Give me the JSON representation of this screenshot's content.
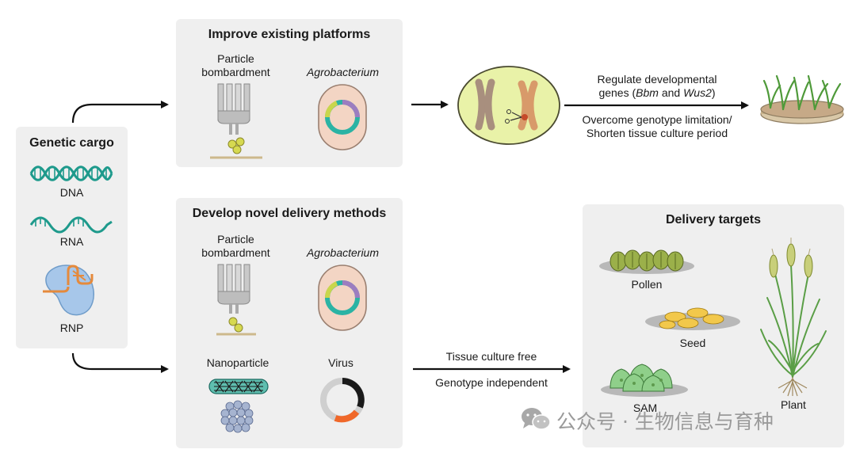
{
  "genetic_cargo": {
    "title": "Genetic cargo",
    "items": [
      "DNA",
      "RNA",
      "RNP"
    ]
  },
  "improve_panel": {
    "title": "Improve existing platforms",
    "particle_label_line1": "Particle",
    "particle_label_line2": "bombardment",
    "agro_label": "Agrobacterium"
  },
  "novel_panel": {
    "title": "Develop novel delivery methods",
    "particle_label_line1": "Particle",
    "particle_label_line2": "bombardment",
    "agro_label": "Agrobacterium",
    "nano_label": "Nanoparticle",
    "virus_label": "Virus"
  },
  "top_arrow": {
    "line1": "Regulate developmental",
    "line2_pre": "genes (",
    "line2_gene1": "Bbm",
    "line2_mid": " and ",
    "line2_gene2": "Wus2",
    "line2_post": ")",
    "line3": "Overcome genotype limitation/",
    "line4": "Shorten tissue culture period"
  },
  "bottom_arrow": {
    "line1": "Tissue culture free",
    "line2": "Genotype independent"
  },
  "targets_panel": {
    "title": "Delivery targets",
    "pollen": "Pollen",
    "seed": "Seed",
    "sam": "SAM",
    "plant": "Plant"
  },
  "watermark": {
    "text": "公众号 · 生物信息与育种",
    "icon": "wechat-icon"
  },
  "colors": {
    "panel_bg": "#efefef",
    "dna_teal": "#1e9a8c",
    "cell_green": "#e9f2a8",
    "chromosome": "#a88f7e",
    "agro_body": "#f3d5c4",
    "pollen_green": "#9bb04a",
    "seed_yellow": "#f2c84b",
    "virus_orange": "#f0682a"
  }
}
